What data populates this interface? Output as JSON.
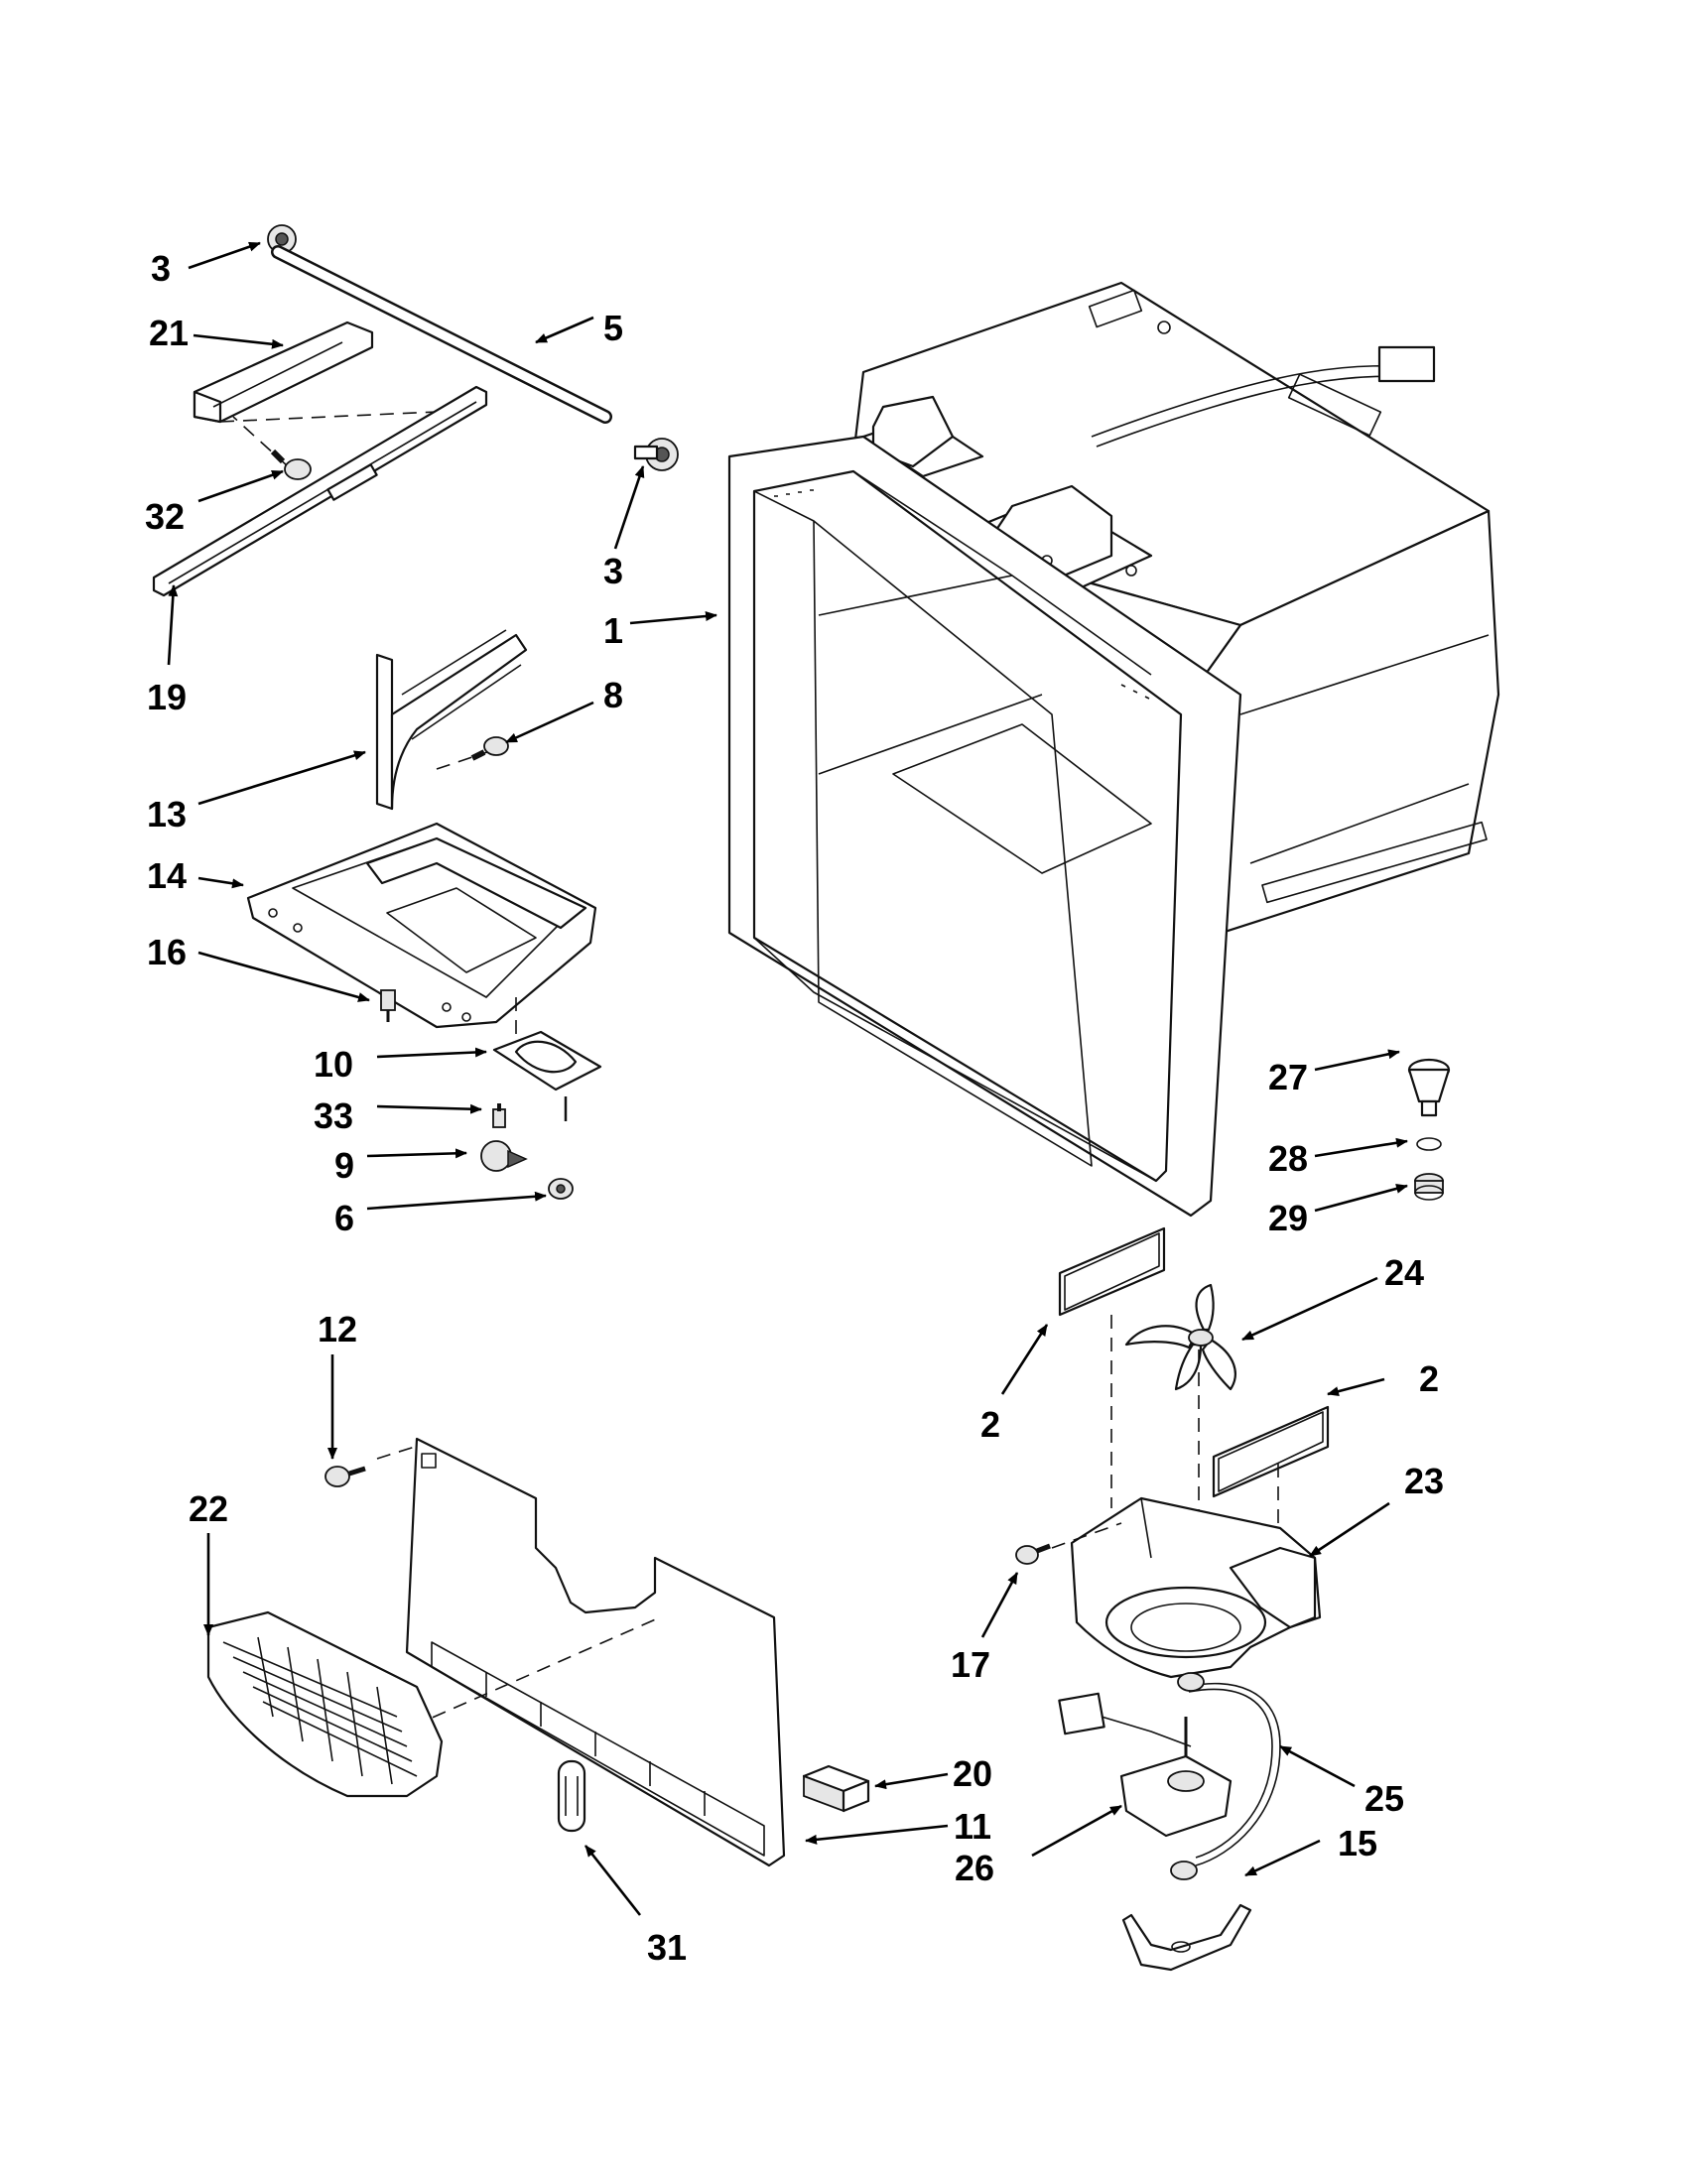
{
  "callouts": [
    {
      "id": "c3a",
      "text": "3"
    },
    {
      "id": "c21",
      "text": "21"
    },
    {
      "id": "c5",
      "text": "5"
    },
    {
      "id": "c32",
      "text": "32"
    },
    {
      "id": "c3b",
      "text": "3"
    },
    {
      "id": "c19",
      "text": "19"
    },
    {
      "id": "c1",
      "text": "1"
    },
    {
      "id": "c8",
      "text": "8"
    },
    {
      "id": "c13",
      "text": "13"
    },
    {
      "id": "c14",
      "text": "14"
    },
    {
      "id": "c16",
      "text": "16"
    },
    {
      "id": "c10",
      "text": "10"
    },
    {
      "id": "c33",
      "text": "33"
    },
    {
      "id": "c9",
      "text": "9"
    },
    {
      "id": "c6",
      "text": "6"
    },
    {
      "id": "c27",
      "text": "27"
    },
    {
      "id": "c28",
      "text": "28"
    },
    {
      "id": "c29",
      "text": "29"
    },
    {
      "id": "c24",
      "text": "24"
    },
    {
      "id": "c2a",
      "text": "2"
    },
    {
      "id": "c2b",
      "text": "2"
    },
    {
      "id": "c12",
      "text": "12"
    },
    {
      "id": "c22",
      "text": "22"
    },
    {
      "id": "c23",
      "text": "23"
    },
    {
      "id": "c17",
      "text": "17"
    },
    {
      "id": "c20",
      "text": "20"
    },
    {
      "id": "c25",
      "text": "25"
    },
    {
      "id": "c11",
      "text": "11"
    },
    {
      "id": "c26",
      "text": "26"
    },
    {
      "id": "c15",
      "text": "15"
    },
    {
      "id": "c31",
      "text": "31"
    }
  ]
}
